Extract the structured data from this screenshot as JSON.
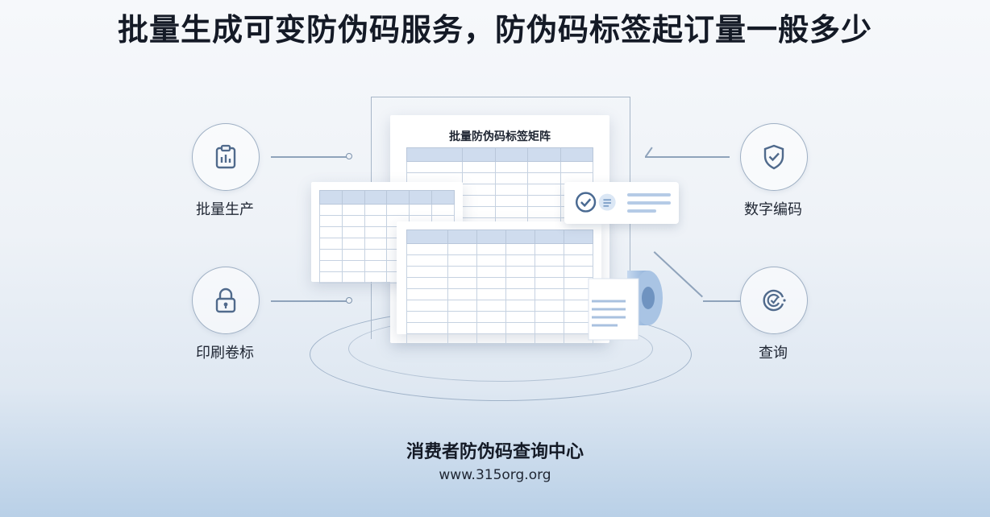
{
  "header": {
    "title": "批量生成可变防伪码服务，防伪码标签起订量一般多少"
  },
  "features": [
    {
      "label": "批量生产",
      "icon": "clipboard-chart-icon"
    },
    {
      "label": "印刷卷标",
      "icon": "padlock-icon"
    },
    {
      "label": "数字编码",
      "icon": "shield-check-icon"
    },
    {
      "label": "查询",
      "icon": "scan-check-icon"
    }
  ],
  "document": {
    "title": "批量防伪码标签矩阵"
  },
  "footer": {
    "org_name": "消费者防伪码查询中心",
    "url": "www.315org.org"
  },
  "colors": {
    "accent": "#4a6a92",
    "icon": "#506a8c",
    "table_header": "#cfdcee",
    "roll": "#9dbbe0"
  }
}
